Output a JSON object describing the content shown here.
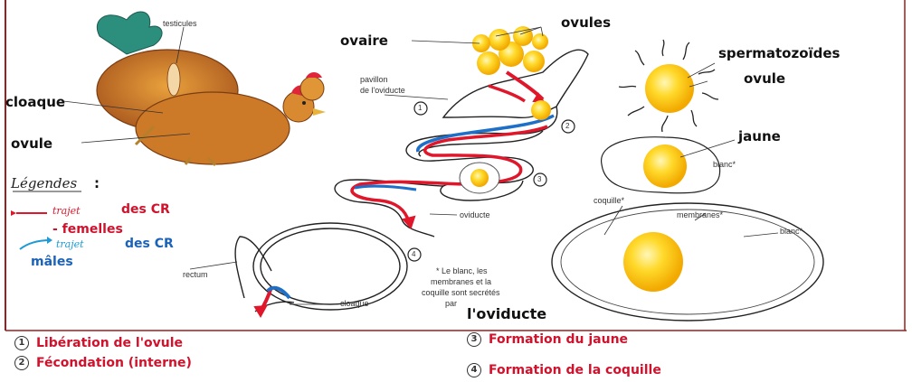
{
  "hen_labels": {
    "testicules": "testicules",
    "cloaque": "cloaque",
    "ovule": "ovule"
  },
  "legend": {
    "title": "Légendes",
    "colon": ":",
    "female_word": "trajet",
    "female_text": "des CR",
    "female_text2": "- femelles",
    "male_word": "trajet",
    "male_text": "des CR",
    "male_text2": "mâles"
  },
  "oviduct_labels": {
    "ovaire": "ovaire",
    "ovules": "ovules",
    "pavillon": "pavillon",
    "pavillon2": "de l'oviducte",
    "oviducte_small": "oviducte",
    "rectum": "rectum",
    "cloaque_small": "cloaque",
    "note1": "* Le blanc, les",
    "note2": "membranes et la",
    "note3": "coquille sont secrétés",
    "note4": "par",
    "oviducte_big": "l'oviducte",
    "num1": "1",
    "num2": "2",
    "num3": "3",
    "num4": "4"
  },
  "egg_labels": {
    "spermatozoides": "spermatozoïdes",
    "ovule": "ovule",
    "jaune": "jaune",
    "blanc1": "blanc*",
    "coquille": "coquille*",
    "membranes": "membranes*",
    "blanc2": "blanc*"
  },
  "steps": [
    {
      "num": "1",
      "label": "Libération de l'ovule"
    },
    {
      "num": "2",
      "label": "Fécondation (interne)"
    },
    {
      "num": "3",
      "label": "Formation du jaune"
    },
    {
      "num": "4",
      "label": "Formation de la coquille"
    }
  ],
  "colors": {
    "female_path": "#e0162b",
    "male_path": "#1e6fc8",
    "yolk": "#ffd21a",
    "frame": "#9a1f1f"
  }
}
